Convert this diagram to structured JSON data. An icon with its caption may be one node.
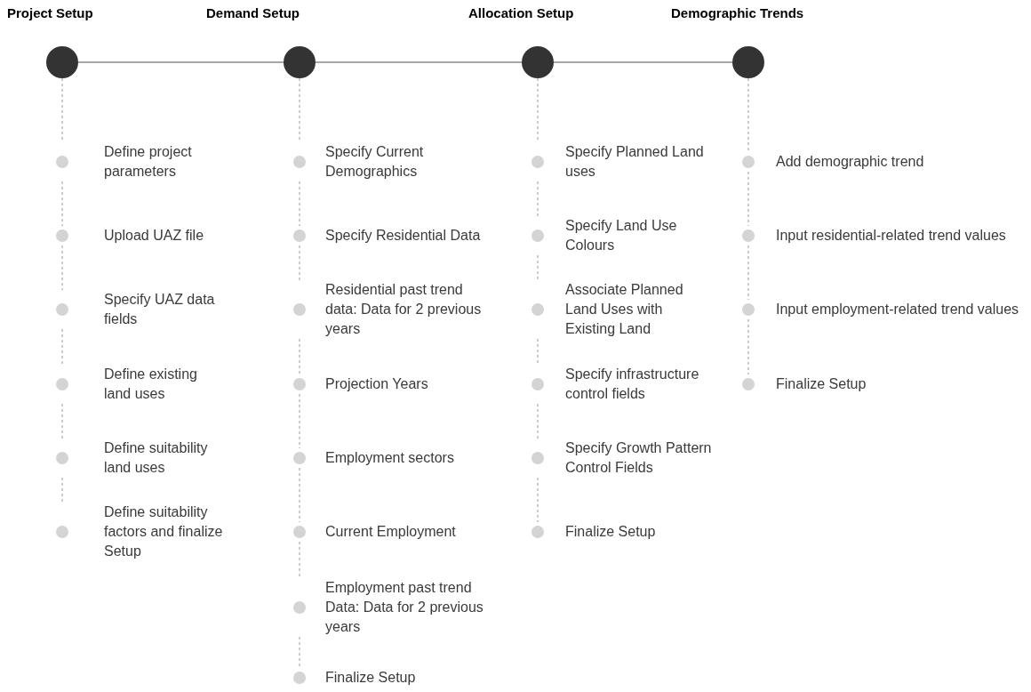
{
  "diagram": {
    "nodes": [
      {
        "text": [],
        "shape": "circle",
        "beside": [
          "Project Setup"
        ]
      },
      {
        "text": [
          "Define project parameters"
        ]
      },
      {
        "text": [
          "Upload UAZ file"
        ]
      },
      {
        "text": [
          "Specify UAZ data fields"
        ]
      },
      {
        "text": [
          "Define existing land uses"
        ]
      },
      {
        "text": [
          "Define suitability land uses"
        ]
      },
      {
        "text": [
          "Define suitability factors and finalize Setup"
        ]
      },
      {
        "text": [],
        "shape": "circle",
        "beside": [
          "Demand Setup"
        ]
      },
      {
        "text": [
          "Specify Current Demographics"
        ]
      },
      {
        "text": [
          "Specify Residential Data"
        ]
      },
      {
        "text": [
          "Residential past trend data: Data for 2 previous years"
        ]
      },
      {
        "text": [
          "Projection Years"
        ]
      },
      {
        "text": [
          "Employment sectors"
        ]
      },
      {
        "text": [
          "Current Employment"
        ]
      },
      {
        "text": [
          "Employment past trend Data: Data for 2 previous years"
        ]
      },
      {
        "text": [
          "Finalize Setup"
        ]
      },
      {
        "text": [],
        "shape": "circle",
        "beside": [
          "Allocation Setup"
        ]
      },
      {
        "text": [
          "Specify Planned Land uses"
        ]
      },
      {
        "text": [
          "Specify Land Use Colours"
        ]
      },
      {
        "text": [
          "Associate Planned Land Uses with Existing Land"
        ]
      },
      {
        "text": [
          "Specify infrastructure control fields"
        ]
      },
      {
        "text": [
          "Specify Growth Pattern Control Fields"
        ]
      },
      {
        "text": [
          "Finalize Setup"
        ]
      },
      {
        "text": [],
        "shape": "circle",
        "beside": [
          "Demographic Trends"
        ]
      },
      {
        "text": [
          "Add demographic trend"
        ]
      },
      {
        "text": [
          "Input residential-related trend values"
        ]
      },
      {
        "text": [
          "Input employment-related trend values"
        ]
      },
      {
        "text": [
          "Finalize Setup"
        ]
      }
    ],
    "edges": [
      {
        "from": 0,
        "to": 7,
        "arrow": "none"
      },
      {
        "from": 7,
        "to": 16,
        "arrow": "none"
      },
      {
        "from": 16,
        "to": 23,
        "arrow": "none"
      },
      {
        "from": 0,
        "to": 1,
        "arrow": "none",
        "style": "dashed"
      },
      {
        "from": 1,
        "to": 2,
        "arrow": "none",
        "style": "dashed"
      },
      {
        "from": 2,
        "to": 3,
        "arrow": "none",
        "style": "dashed"
      },
      {
        "from": 3,
        "to": 4,
        "arrow": "none",
        "style": "dashed"
      },
      {
        "from": 4,
        "to": 5,
        "arrow": "none",
        "style": "dashed"
      },
      {
        "from": 5,
        "to": 6,
        "arrow": "none",
        "style": "dashed"
      },
      {
        "from": 7,
        "to": 8,
        "arrow": "none",
        "style": "dashed"
      },
      {
        "from": 8,
        "to": 9,
        "arrow": "none",
        "style": "dashed"
      },
      {
        "from": 9,
        "to": 10,
        "arrow": "none",
        "style": "dashed"
      },
      {
        "from": 10,
        "to": 11,
        "arrow": "none",
        "style": "dashed"
      },
      {
        "from": 11,
        "to": 12,
        "arrow": "none",
        "style": "dashed"
      },
      {
        "from": 12,
        "to": 13,
        "arrow": "none",
        "style": "dashed"
      },
      {
        "from": 13,
        "to": 14,
        "arrow": "none",
        "style": "dashed"
      },
      {
        "from": 14,
        "to": 15,
        "arrow": "none",
        "style": "dashed"
      },
      {
        "from": 16,
        "to": 17,
        "arrow": "none",
        "style": "dashed"
      },
      {
        "from": 17,
        "to": 18,
        "arrow": "none",
        "style": "dashed"
      },
      {
        "from": 18,
        "to": 19,
        "arrow": "none",
        "style": "dashed"
      },
      {
        "from": 19,
        "to": 20,
        "arrow": "none",
        "style": "dashed"
      },
      {
        "from": 20,
        "to": 21,
        "arrow": "none",
        "style": "dashed"
      },
      {
        "from": 21,
        "to": 22,
        "arrow": "none",
        "style": "dashed"
      },
      {
        "from": 23,
        "to": 24,
        "arrow": "none",
        "style": "dashed"
      },
      {
        "from": 24,
        "to": 25,
        "arrow": "none",
        "style": "dashed"
      },
      {
        "from": 25,
        "to": 26,
        "arrow": "none",
        "style": "dashed"
      },
      {
        "from": 26,
        "to": 27,
        "arrow": "none",
        "style": "dashed"
      }
    ]
  }
}
